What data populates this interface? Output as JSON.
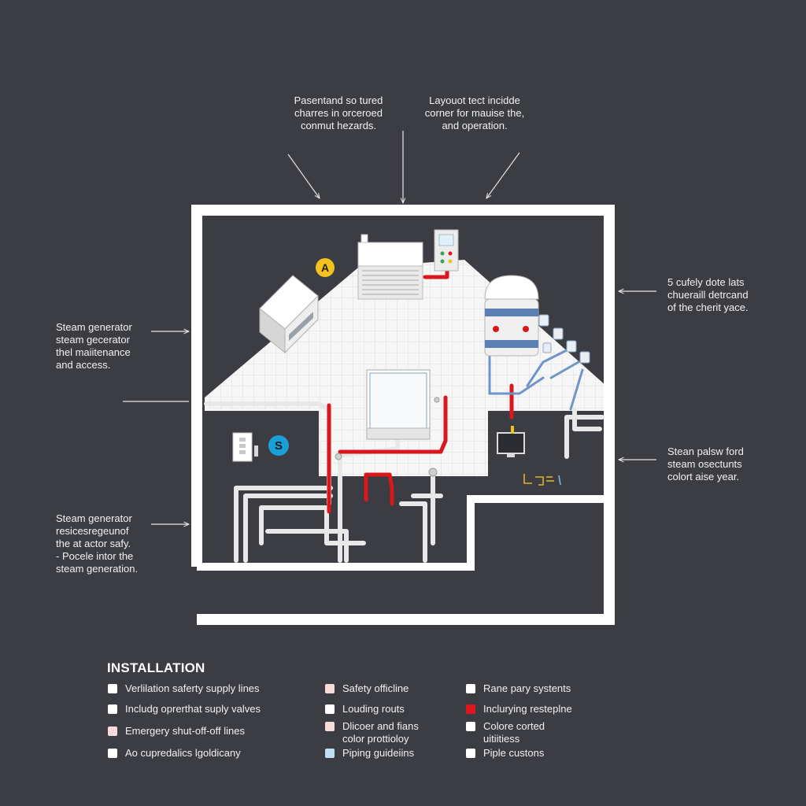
{
  "callouts": {
    "top_left": [
      "Pasentand so tured",
      "charres in orceroed",
      "conmut hezards."
    ],
    "top_right": [
      "Layouot tect incidde",
      "corner for mauise the,",
      "and operation."
    ],
    "right_upper": [
      "5 cufely dote lats",
      "chueraill detrcand",
      "of the cherit yace."
    ],
    "right_lower": [
      "Stean palsw ford",
      "steam osectunts",
      "colort aise year."
    ],
    "left_upper": [
      "Steam generator",
      "steam gecerator",
      "thel maiitenance",
      "and access."
    ],
    "left_lower": [
      "Steam generator",
      "resicesregeunof",
      "the at actor safy.",
      "- Pocele intor the",
      "steam generation."
    ]
  },
  "diagram": {
    "badge_a": "A",
    "badge_s": "S",
    "colors": {
      "background": "#3c3d42",
      "wall": "#ffffff",
      "floor": "#f4f4f4",
      "pipe_red": "#d8181c",
      "pipe_white": "#e8e8e8",
      "pipe_blue": "#6f95c9",
      "badge_yellow": "#f4c21c",
      "badge_blue": "#1aa0d8"
    }
  },
  "legend": {
    "title": "INSTALLATION",
    "items": [
      {
        "lines": [
          "Verlilation saferty supply lines"
        ],
        "color": "#ffffff"
      },
      {
        "lines": [
          "Includg oprerthat suply valves"
        ],
        "color": "#ffffff"
      },
      {
        "lines": [
          "Emergery shut-off-off lines"
        ],
        "color": "#f8d9dc"
      },
      {
        "lines": [
          "Ao cupredalics lgoldicany"
        ],
        "color": "#ffffff"
      },
      {
        "lines": [
          "Safety officline"
        ],
        "color": "#f8d9dc"
      },
      {
        "lines": [
          "Louding routs"
        ],
        "color": "#ffffff"
      },
      {
        "lines": [
          "Dlicoer and fians",
          "color prottioloy"
        ],
        "color": "#f8d9dc"
      },
      {
        "lines": [
          "Piping guideiins"
        ],
        "color": "#bfe0f2"
      },
      {
        "lines": [
          "Rane pary systents"
        ],
        "color": "#ffffff"
      },
      {
        "lines": [
          "Inclurying resteplne"
        ],
        "color": "#e0161b"
      },
      {
        "lines": [
          "Colore corted",
          "uitiitiess"
        ],
        "color": "#ffffff"
      },
      {
        "lines": [
          "Piple custons"
        ],
        "color": "#ffffff"
      }
    ]
  }
}
